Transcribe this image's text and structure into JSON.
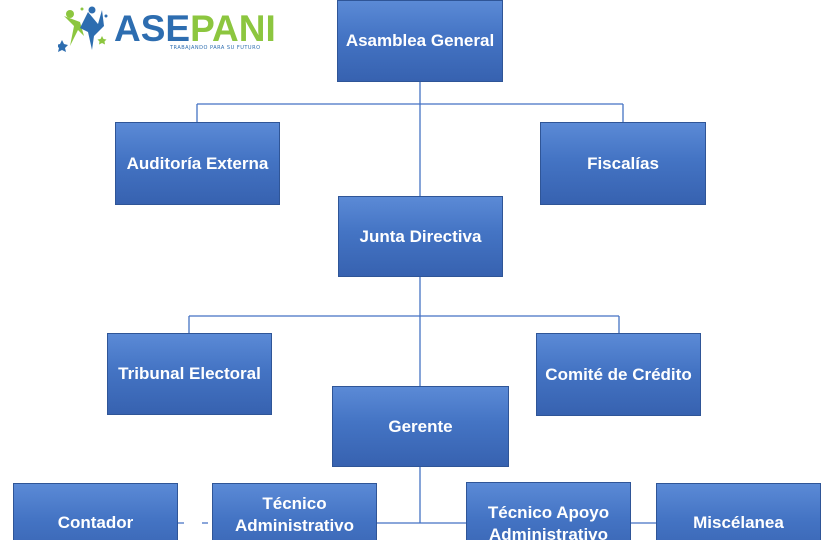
{
  "logo": {
    "word_part1": "ASE",
    "word_part2": "PANI",
    "tagline": "TRABAJANDO PARA SU FUTURO",
    "color_part1": "#2d6db0",
    "color_part2": "#8cc63f"
  },
  "nodes": {
    "asamblea": "Asamblea General",
    "auditoria": "Auditoría Externa",
    "fiscalias": "Fiscalías",
    "junta": "Junta Directiva",
    "tribunal": "Tribunal Electoral",
    "comite": "Comité de Crédito",
    "gerente": "Gerente",
    "contador": "Contador",
    "tecnico_admin": "Técnico Administrativo",
    "tecnico_apoyo": "Técnico Apoyo Administrativo",
    "miscelanea": "Miscélanea"
  },
  "colors": {
    "box_fill": "#4472c4",
    "box_border": "#2f5597",
    "connector": "#4472c4",
    "text": "#ffffff"
  }
}
